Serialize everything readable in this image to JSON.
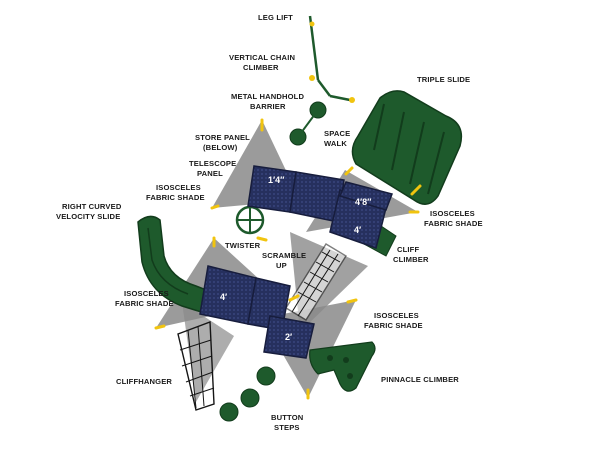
{
  "colors": {
    "deck": "#26305e",
    "deck_edge": "#171d3d",
    "shade": "#8a8a8a",
    "post": "#f1c40f",
    "green": "#1e5a2c",
    "green_dark": "#123c1c",
    "net": "#151515",
    "label": "#1a1a1a"
  },
  "labels": {
    "leg_lift": "LEG LIFT",
    "vertical_chain_climber": [
      "VERTICAL CHAIN",
      "CLIMBER"
    ],
    "metal_handhold_barrier": [
      "METAL HANDHOLD",
      "BARRIER"
    ],
    "triple_slide": "TRIPLE SLIDE",
    "store_panel": [
      "STORE PANEL",
      "(BELOW)"
    ],
    "space_walk": [
      "SPACE",
      "WALK"
    ],
    "telescope_panel": [
      "TELESCOPE",
      "PANEL"
    ],
    "isosceles_shade_left": [
      "ISOSCELES",
      "FABRIC SHADE"
    ],
    "isosceles_shade_right_top": [
      "ISOSCELES",
      "FABRIC SHADE"
    ],
    "right_curved_velocity_slide": [
      "RIGHT CURVED",
      "VELOCITY SLIDE"
    ],
    "cliff_climber": [
      "CLIFF",
      "CLIMBER"
    ],
    "twister": "TWISTER",
    "scramble_up": [
      "SCRAMBLE",
      "UP"
    ],
    "isosceles_shade_left_bottom": [
      "ISOSCELES",
      "FABRIC SHADE"
    ],
    "isosceles_shade_right_bottom": [
      "ISOSCELES",
      "FABRIC SHADE"
    ],
    "cliffhanger": "CLIFFHANGER",
    "pinnacle_climber": "PINNACLE CLIMBER",
    "button_steps": [
      "BUTTON",
      "STEPS"
    ]
  },
  "decks": {
    "deck_a": "1′4″",
    "deck_b": "4′8″",
    "deck_c": "4′",
    "deck_d": "4′",
    "deck_e": "2′"
  }
}
